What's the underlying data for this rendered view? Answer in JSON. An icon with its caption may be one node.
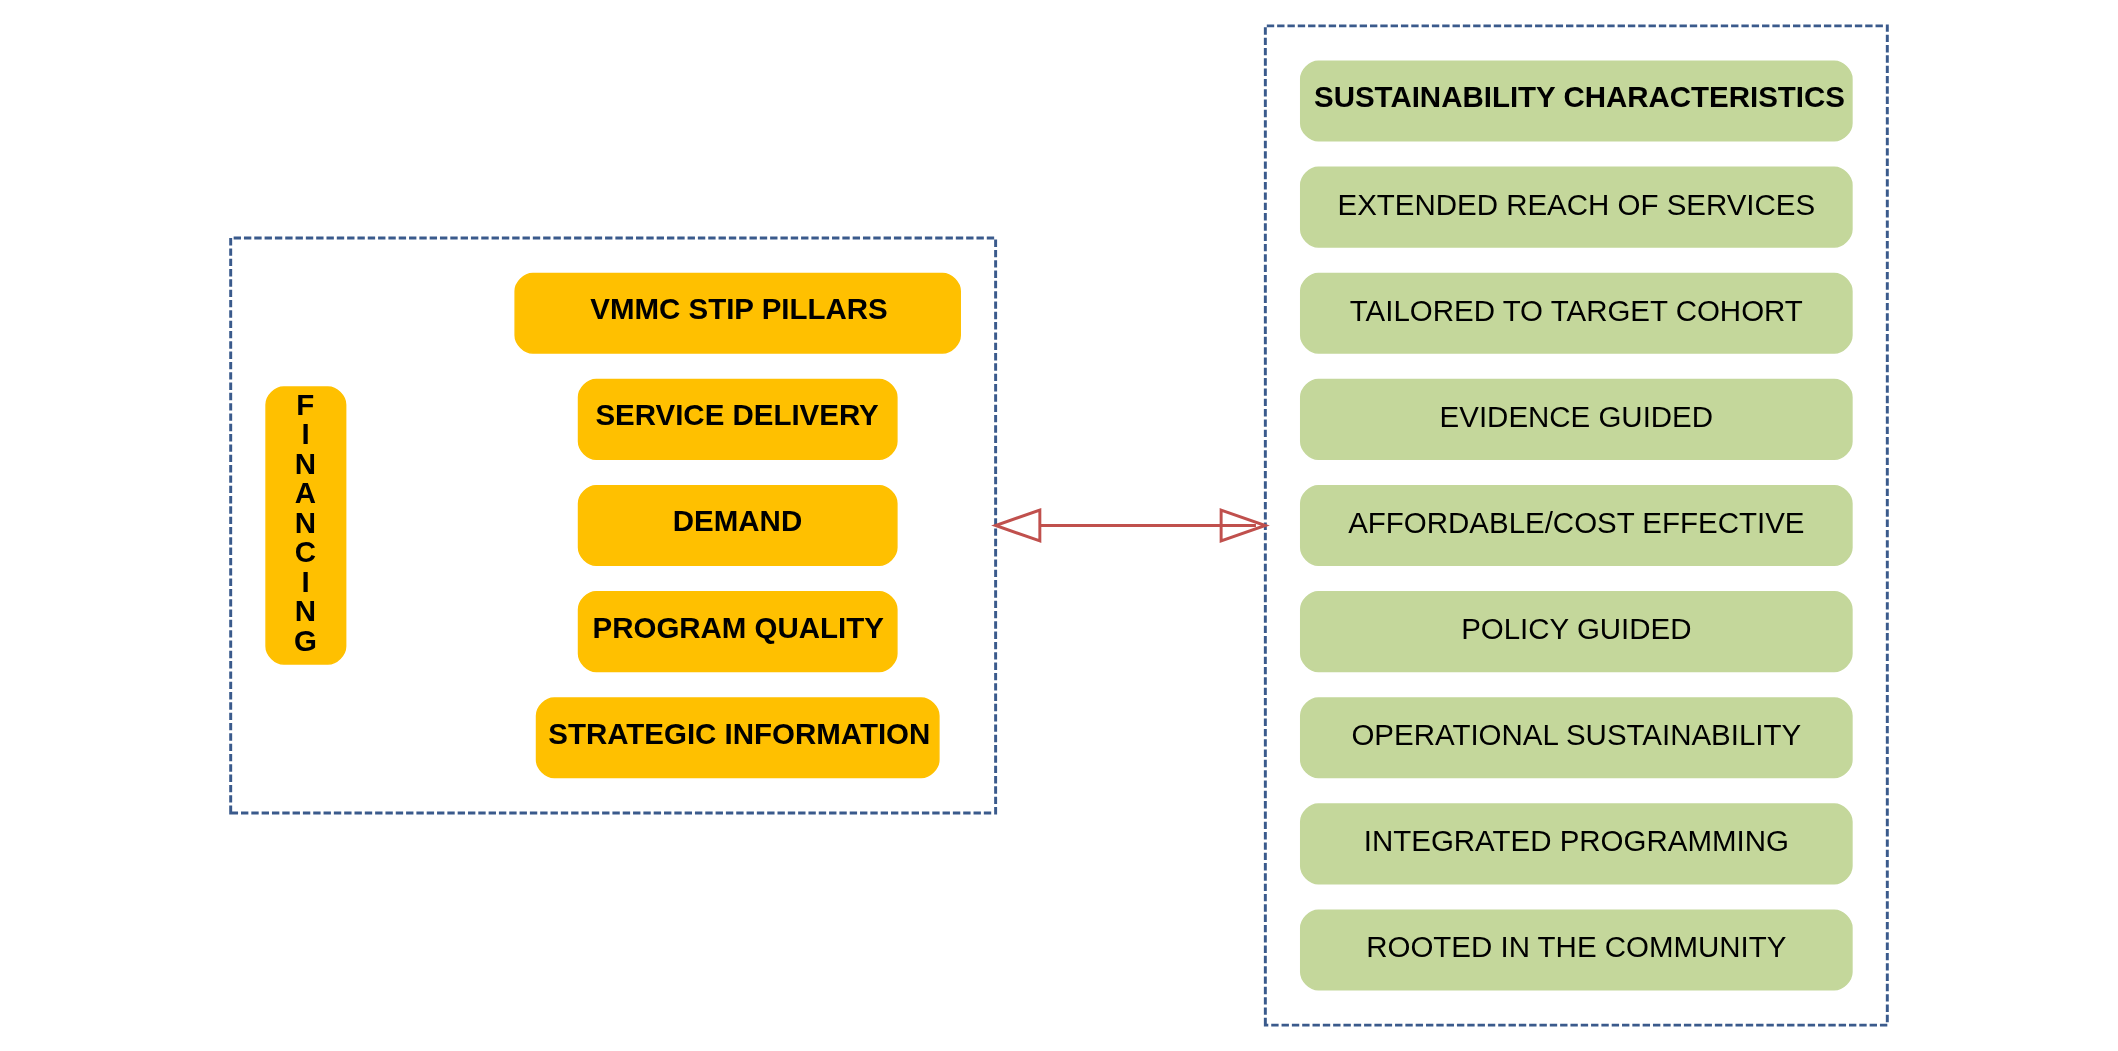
{
  "diagram": {
    "nodes": [
      {
        "text": [],
        "shape": "box"
      },
      {
        "text": [
          "VMMC STIP PILLARS"
        ],
        "in": 0
      },
      {
        "text": [
          "FINANCING"
        ],
        "in": 0
      },
      {
        "text": [
          "SERVICE DELIVERY"
        ],
        "in": 0
      },
      {
        "text": [
          "DEMAND"
        ],
        "in": 0
      },
      {
        "text": [
          "PROGRAM QUALITY"
        ],
        "in": 0
      },
      {
        "text": [
          "STRATEGIC INFORMATION"
        ],
        "in": 0
      },
      {
        "text": [],
        "shape": "box"
      },
      {
        "text": [
          "SUSTAINABILITY CHARACTERISTICS"
        ],
        "in": 7
      },
      {
        "text": [
          "EXTENDED REACH OF SERVICES"
        ],
        "in": 7
      },
      {
        "text": [
          "TAILORED TO TARGET COHORT"
        ],
        "in": 7
      },
      {
        "text": [
          "EVIDENCE GUIDED"
        ],
        "in": 7
      },
      {
        "text": [
          "AFFORDABLE/COST EFFECTIVE"
        ],
        "in": 7
      },
      {
        "text": [
          "POLICY GUIDED"
        ],
        "in": 7
      },
      {
        "text": [
          "OPERATIONAL SUSTAINABILITY"
        ],
        "in": 7
      },
      {
        "text": [
          "INTEGRATED PROGRAMMING"
        ],
        "in": 7
      },
      {
        "text": [
          "ROOTED IN THE COMMUNITY"
        ],
        "in": 7
      }
    ],
    "edges": [
      {
        "from": 0,
        "to": 7,
        "arrow": "both",
        "color": "#c0504d"
      }
    ]
  }
}
